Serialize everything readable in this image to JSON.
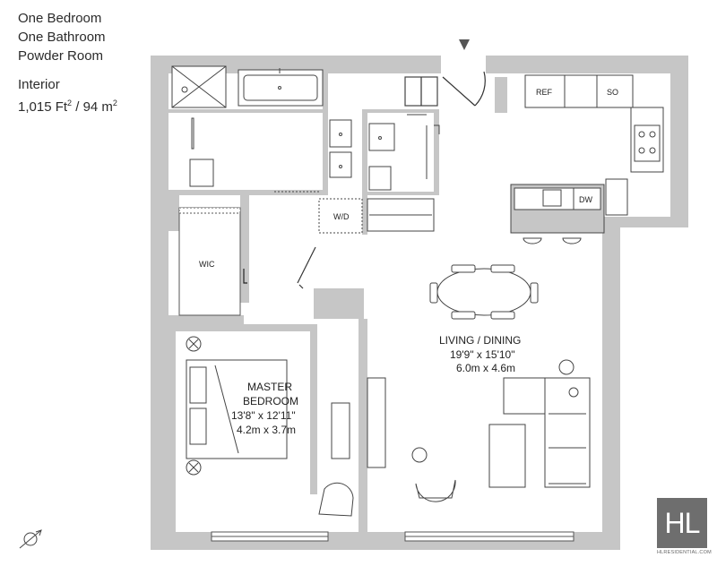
{
  "unit_info": {
    "line1": "One Bedroom",
    "line2": "One Bathroom",
    "line3": "Powder Room",
    "interior_label": "Interior",
    "interior_area_ft": "1,015 Ft",
    "interior_area_sep": " / 94 m"
  },
  "rooms": {
    "living": {
      "name": "LIVING / DINING",
      "imperial": "19'9\" x 15'10\"",
      "metric": "6.0m x 4.6m"
    },
    "bedroom": {
      "name1": "MASTER",
      "name2": "BEDROOM",
      "imperial": "13'8\" x 12'11\"",
      "metric": "4.2m x 3.7m"
    },
    "wic": "WIC",
    "wd": "W/D"
  },
  "appliances": {
    "ref": "REF",
    "so": "SO",
    "dw": "DW"
  },
  "brand": {
    "logo": "HL",
    "url": "HLRESIDENTIAL.COM"
  }
}
